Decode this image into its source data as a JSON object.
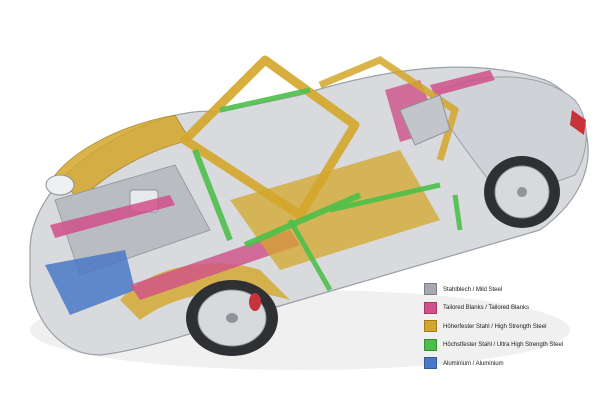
{
  "legend": {
    "items": [
      {
        "label": "Stahlblech / Mild Steel",
        "color": "#a6aab0"
      },
      {
        "label": "Tailored Blanks / Tailored Blanks",
        "color": "#d0508a"
      },
      {
        "label": "Höherfester Stahl / High Strength Steel",
        "color": "#d4a62a"
      },
      {
        "label": "Höchstfester Stahl / Ultra High Strength Steel",
        "color": "#4cbf4a"
      },
      {
        "label": "Aluminium / Aluminium",
        "color": "#4a78c8"
      }
    ]
  }
}
